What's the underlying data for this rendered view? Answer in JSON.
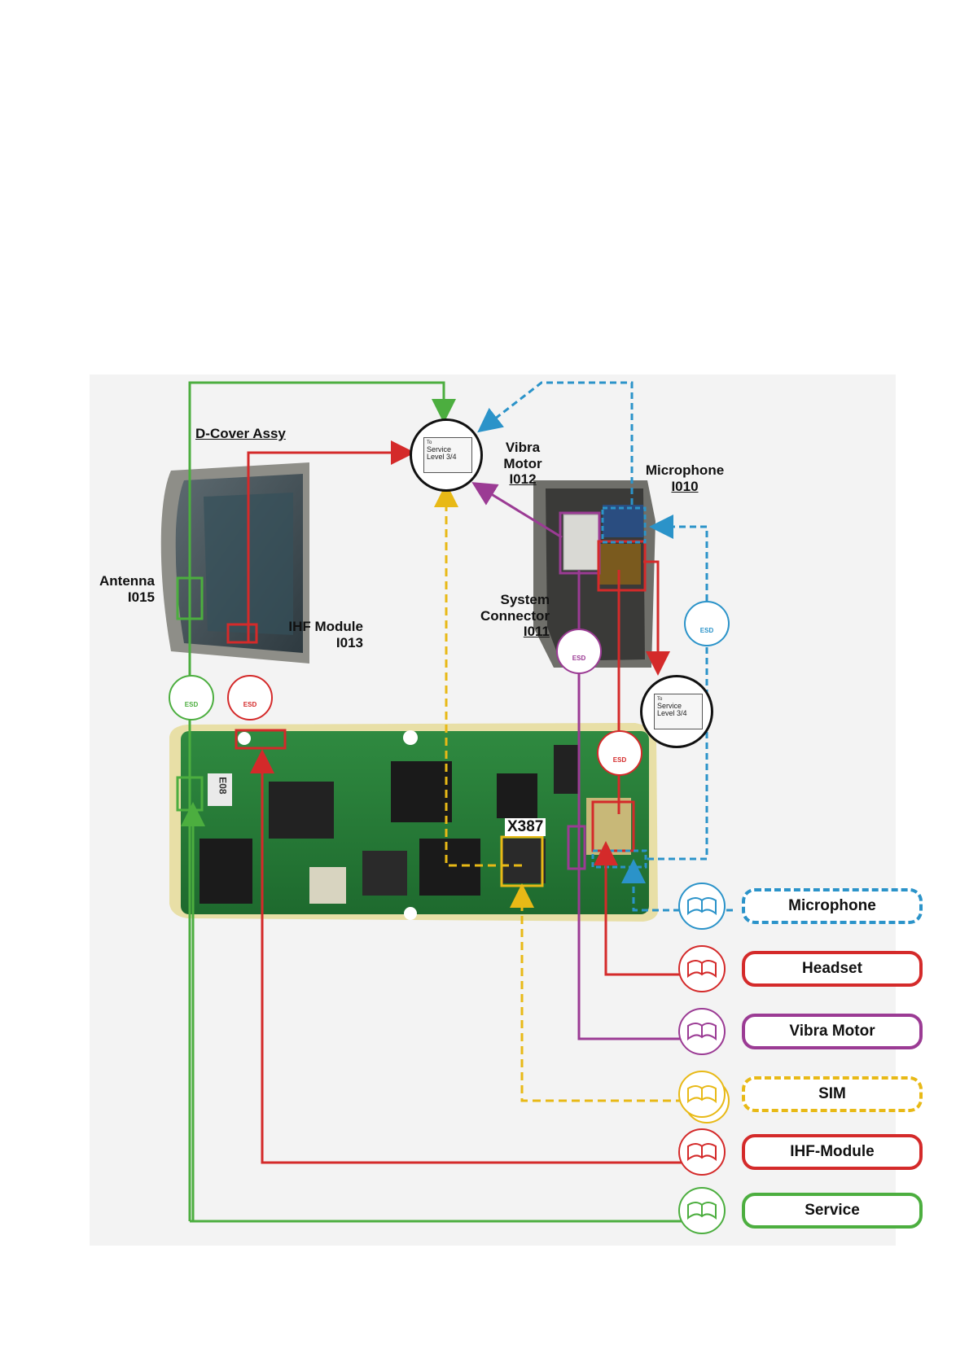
{
  "labels": {
    "d_cover": "D-Cover Assy",
    "vibra": [
      "Vibra",
      "Motor"
    ],
    "vibra_code": "I012",
    "microphone": "Microphone",
    "microphone_code": "I010",
    "antenna": "Antenna",
    "antenna_code": "I015",
    "ihf": "IHF Module",
    "ihf_code": "I013",
    "system": [
      "System",
      "Connector"
    ],
    "system_code": "I011",
    "x387": "X387",
    "board_marking": "E08"
  },
  "service_box": {
    "to": "To",
    "line1": "Service",
    "line2": "Level 3/4"
  },
  "esd_text": "ESD",
  "categories": [
    {
      "key": "microphone",
      "label": "Microphone",
      "color": "#2b93c9",
      "style": "dashed"
    },
    {
      "key": "headset",
      "label": "Headset",
      "color": "#d42a2a",
      "style": "solid"
    },
    {
      "key": "vibra",
      "label": "Vibra Motor",
      "color": "#9b3b94",
      "style": "solid"
    },
    {
      "key": "sim",
      "label": "SIM",
      "color": "#e8b916",
      "style": "dashed"
    },
    {
      "key": "ihf",
      "label": "IHF-Module",
      "color": "#d42a2a",
      "style": "solid"
    },
    {
      "key": "service",
      "label": "Service",
      "color": "#4cae3f",
      "style": "solid"
    }
  ],
  "icons": {
    "book": "book-icon",
    "esd": "esd-brush-icon",
    "box": "service-box-icon"
  }
}
